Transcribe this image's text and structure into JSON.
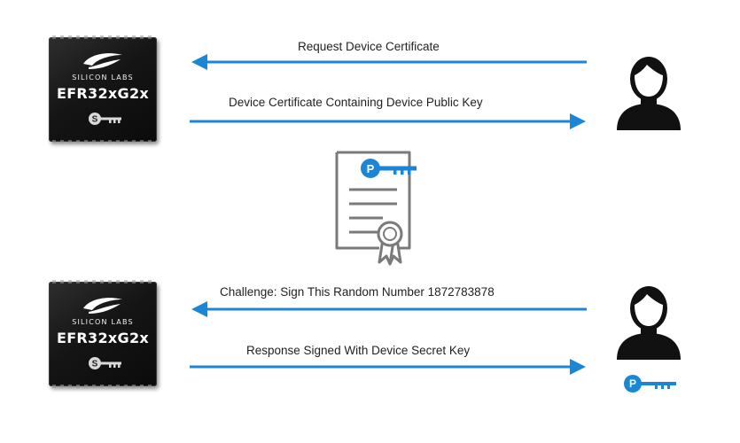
{
  "chip": {
    "brand": "SILICON LABS",
    "model": "EFR32xG2x",
    "secret_key_letter": "S"
  },
  "certificate": {
    "public_key_letter": "P"
  },
  "user_public_key_letter": "P",
  "messages": {
    "request": "Request Device Certificate",
    "certificate": "Device Certificate Containing Device Public Key",
    "challenge": "Challenge: Sign This Random Number 1872783878",
    "response": "Response Signed With Device Secret Key"
  },
  "colors": {
    "arrow": "#1c86d6",
    "key_blue": "#1c86d6",
    "chip_body": "#151515",
    "person": "#111111",
    "cert_line": "#7a7a7a"
  }
}
